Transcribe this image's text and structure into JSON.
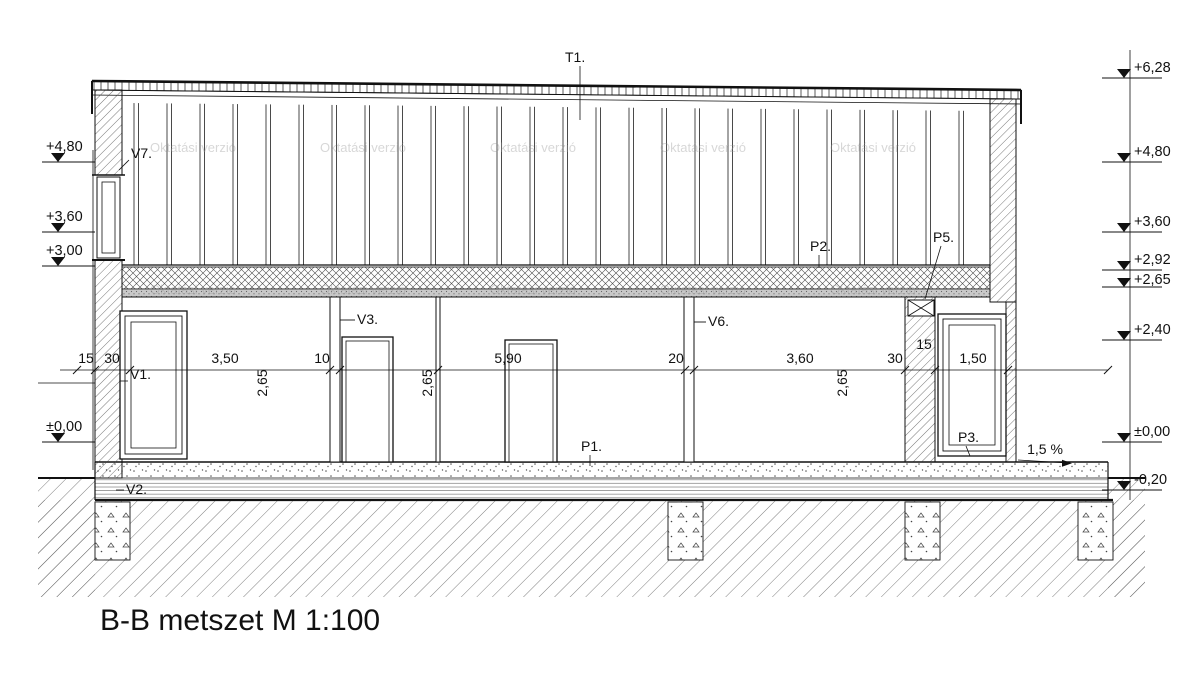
{
  "title": "B-B metszet M 1:100",
  "watermark": "Oktatási verzió",
  "slope": "1,5 %",
  "labels": {
    "t1": "T1.",
    "v7": "V7.",
    "v1": "V1.",
    "v2": "V2.",
    "v3": "V3.",
    "v6": "V6.",
    "p1": "P1.",
    "p2": "P2.",
    "p3": "P3.",
    "p5": "P5."
  },
  "elev_left": [
    "+4,80",
    "+3,60",
    "+3,00",
    "±0,00"
  ],
  "elev_right": [
    "+6,28",
    "+4,80",
    "+3,60",
    "+2,92",
    "+2,65",
    "+2,40",
    "±0,00",
    "-0,20"
  ],
  "dims_h": [
    "15",
    "30",
    "3,50",
    "10",
    "5,90",
    "20",
    "3,60",
    "30",
    "15",
    "1,50"
  ],
  "dims_v": [
    "2,65",
    "2,65",
    "2,65"
  ]
}
